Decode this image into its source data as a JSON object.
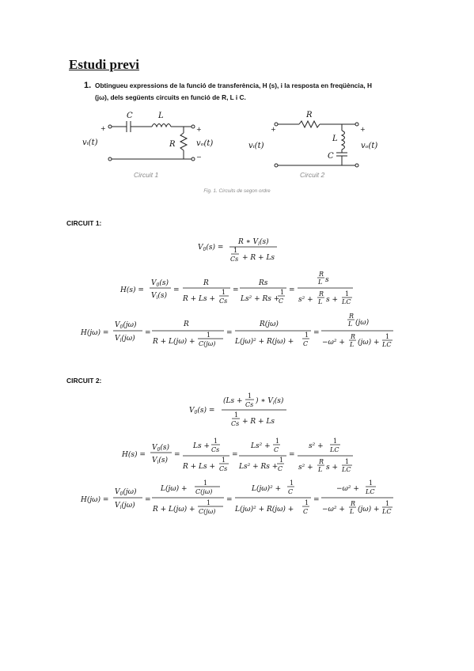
{
  "heading": "Estudi previ",
  "question": {
    "number": "1.",
    "text": "Obtingueu expressions de la funció de transferència, H (s), i la resposta en freqüència, H (jω), dels següents circuits en funció de R, L i C."
  },
  "figure": {
    "circuit1_label": "Circuit 1",
    "circuit2_label": "Circuit 2",
    "caption": "Fig. 1. Circuits de segon ordre",
    "labels": {
      "C": "C",
      "L": "L",
      "R": "R",
      "vi": "vᵢ(t)",
      "vo": "vₒ(t)",
      "plus": "+",
      "minus": "−"
    }
  },
  "sections": {
    "circuit1": "CIRCUIT 1:",
    "circuit2": "CIRCUIT 2:"
  },
  "equations": {
    "c1_v0_lhs": "V₀(s) =",
    "c1_v0_num": "R ∗ Vᵢ(s)",
    "c1_v0_den": "1/Cs + R + Ls",
    "c1_h_lhs": "H(s) = V₀(s)/Vᵢ(s)",
    "c1_hjw_lhs": "H(jω) = V₀(jω)/Vᵢ(jω)",
    "c2_v0_lhs": "V₀(s) =",
    "c2_h_lhs": "H(s) = V₀(s)/Vᵢ(s)",
    "c2_hjw_lhs": "H(jω) = V₀(jω)/Vᵢ(jω)"
  }
}
